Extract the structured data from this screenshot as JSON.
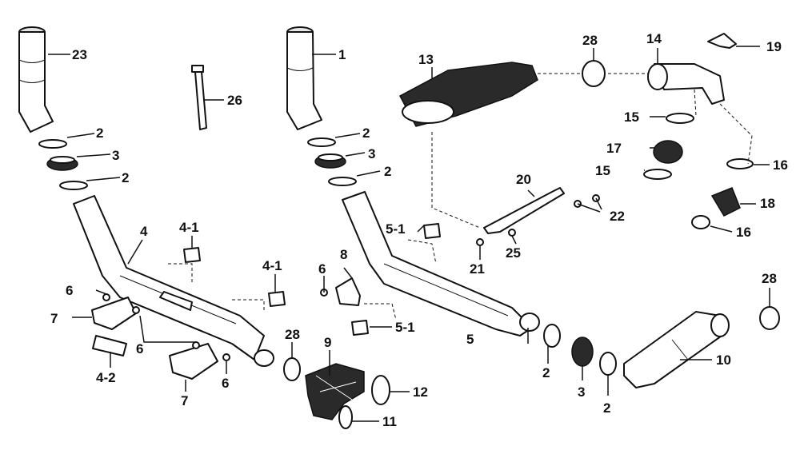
{
  "labels": {
    "l1": "1",
    "l2a": "2",
    "l2b": "2",
    "l2c": "2",
    "l2d": "2",
    "l2e": "2",
    "l2f": "2",
    "l3a": "3",
    "l3b": "3",
    "l3c": "3",
    "l4": "4",
    "l4_1a": "4-1",
    "l4_1b": "4-1",
    "l4_2": "4-2",
    "l5": "5",
    "l5_1a": "5-1",
    "l5_1b": "5-1",
    "l6a": "6",
    "l6b": "6",
    "l6c": "6",
    "l6d": "6",
    "l7a": "7",
    "l7b": "7",
    "l8": "8",
    "l9": "9",
    "l10": "10",
    "l11": "11",
    "l12": "12",
    "l13": "13",
    "l14": "14",
    "l15a": "15",
    "l15b": "15",
    "l16a": "16",
    "l16b": "16",
    "l17": "17",
    "l18": "18",
    "l19": "19",
    "l20": "20",
    "l21": "21",
    "l22": "22",
    "l23": "23",
    "l25": "25",
    "l26": "26",
    "l28a": "28",
    "l28b": "28",
    "l28c": "28"
  }
}
